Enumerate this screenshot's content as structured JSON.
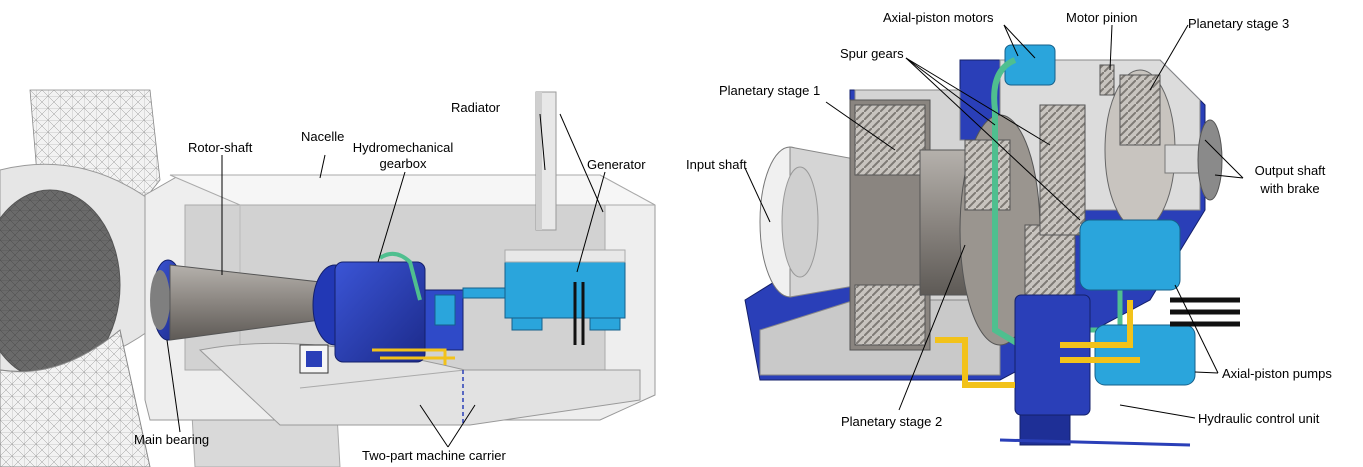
{
  "left_panel": {
    "labels": {
      "nacelle": "Nacelle",
      "rotor_shaft": "Rotor-shaft",
      "hydromechanical_gearbox_line1": "Hydromechanical",
      "hydromechanical_gearbox_line2": "gearbox",
      "radiator": "Radiator",
      "generator": "Generator",
      "main_bearing": "Main bearing",
      "machine_carrier": "Two-part machine carrier"
    }
  },
  "right_panel": {
    "labels": {
      "axial_piston_motors": "Axial-piston motors",
      "motor_pinion": "Motor pinion",
      "planetary_stage_3": "Planetary stage 3",
      "spur_gears": "Spur gears",
      "planetary_stage_1": "Planetary stage 1",
      "input_shaft": "Input shaft",
      "output_shaft_line1": "Output shaft",
      "output_shaft_line2": "with brake",
      "axial_piston_pumps": "Axial-piston pumps",
      "planetary_stage_2": "Planetary stage 2",
      "hydraulic_control_unit": "Hydraulic control unit"
    }
  },
  "colors": {
    "gearbox_blue": "#2a3fb8",
    "pump_cyan": "#2aa5dc",
    "pipe_green": "#4fbf8f",
    "pipe_yellow": "#f2c21a",
    "shaft_grey": "#8c8782",
    "nacelle_grey": "#e4e4e4"
  }
}
